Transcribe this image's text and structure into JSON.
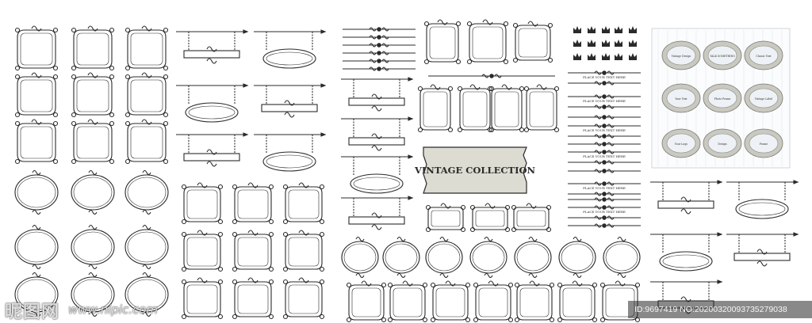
{
  "banner": {
    "title": "VINTAGE COLLECTION"
  },
  "divider_caption": "PLACE YOUR TEXT HERE",
  "colors": {
    "ink": "#2a2a2a",
    "banner_fill": "#dcdcd2",
    "badge_fill": "#c9c9bf",
    "badge_inner": "#eef2f6",
    "panel_bg": "#fbfcfd"
  },
  "watermark": {
    "logo": "昵图网",
    "url": "www.nipic.com",
    "id_text": "ID:9697419 NO:20200320093735279038"
  },
  "crowns_icon": "crown-icon",
  "badge_labels": [
    "Vintage Design",
    "TALK SOMETHING",
    "Classic Text",
    "Your Text",
    "Photo Frame",
    "Vintage Label",
    "Your Logo",
    "Design",
    "Frame"
  ]
}
